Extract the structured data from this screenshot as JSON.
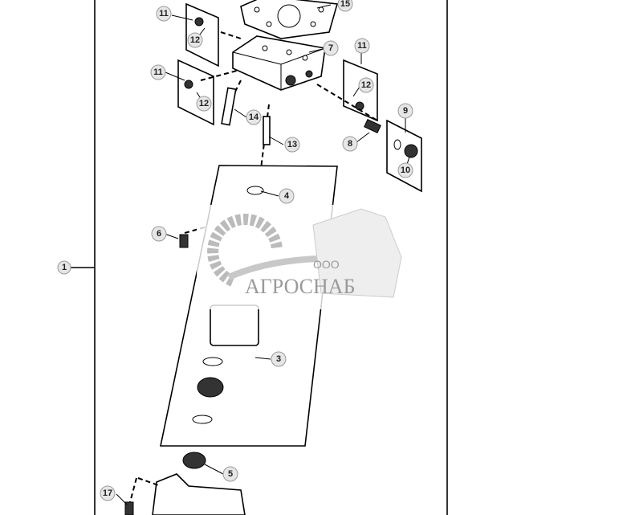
{
  "callouts": {
    "c15": "15",
    "c11a": "11",
    "c12a": "12",
    "c7": "7",
    "c11b": "11",
    "c12b": "12",
    "c11c": "11",
    "c12c": "12",
    "c14": "14",
    "c13": "13",
    "c8": "8",
    "c9": "9",
    "c10": "10",
    "c4": "4",
    "c6": "6",
    "c1": "1",
    "c3": "3",
    "c5": "5",
    "c17": "17"
  },
  "watermark": {
    "prefix": "ООО",
    "name": "АГРОСНАБ"
  }
}
